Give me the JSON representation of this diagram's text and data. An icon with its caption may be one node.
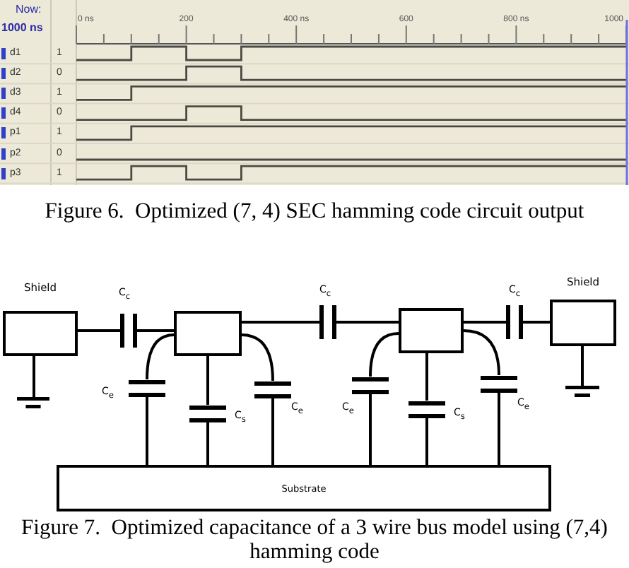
{
  "diagram": {
    "caption": "Figure 7.  Optimized capacitance of a 3 wire bus model using (7,4) hamming code",
    "nodes": [
      {
        "text": [
          "Shield"
        ]
      },
      {
        "text": [],
        "shape": "capacitor",
        "beside": [
          "C$_{c}$"
        ]
      },
      {
        "text": [],
        "shape": "box"
      },
      {
        "text": [],
        "shape": "capacitor",
        "beside": [
          "C$_{c}$"
        ]
      },
      {
        "text": [],
        "shape": "box"
      },
      {
        "text": [],
        "shape": "capacitor",
        "beside": [
          "C$_{c}$"
        ]
      },
      {
        "text": [
          "Shield"
        ]
      },
      {
        "text": [],
        "shape": "ground"
      },
      {
        "text": [],
        "shape": "ground"
      },
      {
        "text": [],
        "shape": "capacitor",
        "beside": [
          "C$_{e}$"
        ]
      },
      {
        "text": [],
        "shape": "capacitor",
        "beside": [
          "C$_{s}$"
        ]
      },
      {
        "text": [],
        "shape": "capacitor",
        "beside": [
          "C$_{e}$"
        ]
      },
      {
        "text": [],
        "shape": "capacitor",
        "beside": [
          "C$_{e}$"
        ]
      },
      {
        "text": [],
        "shape": "capacitor",
        "beside": [
          "C$_{s}$"
        ]
      },
      {
        "text": [],
        "shape": "capacitor",
        "beside": [
          "C$_{e}$"
        ]
      },
      {
        "text": [
          "Substrate"
        ]
      }
    ],
    "edges": [
      {
        "from": 0,
        "to": 1,
        "arrow": "none"
      },
      {
        "from": 1,
        "to": 2,
        "arrow": "none"
      },
      {
        "from": 2,
        "to": 3,
        "arrow": "none"
      },
      {
        "from": 3,
        "to": 4,
        "arrow": "none"
      },
      {
        "from": 4,
        "to": 5,
        "arrow": "none"
      },
      {
        "from": 5,
        "to": 6,
        "arrow": "none"
      },
      {
        "from": 0,
        "to": 7,
        "arrow": "none"
      },
      {
        "from": 6,
        "to": 8,
        "arrow": "none"
      },
      {
        "from": 2,
        "to": 9,
        "arrow": "none"
      },
      {
        "from": 9,
        "to": 15,
        "arrow": "none"
      },
      {
        "from": 2,
        "to": 10,
        "arrow": "none"
      },
      {
        "from": 10,
        "to": 15,
        "arrow": "none"
      },
      {
        "from": 2,
        "to": 11,
        "arrow": "none"
      },
      {
        "from": 11,
        "to": 15,
        "arrow": "none"
      },
      {
        "from": 4,
        "to": 12,
        "arrow": "none"
      },
      {
        "from": 12,
        "to": 15,
        "arrow": "none"
      },
      {
        "from": 4,
        "to": 13,
        "arrow": "none"
      },
      {
        "from": 13,
        "to": 15,
        "arrow": "none"
      },
      {
        "from": 4,
        "to": 14,
        "arrow": "none"
      },
      {
        "from": 14,
        "to": 15,
        "arrow": "none"
      }
    ],
    "labels": [
      "Now:",
      "1000 ns",
      "0 ns",
      "200",
      "400 ns",
      "600",
      "800 ns",
      "1000",
      "d1",
      "1",
      "d2",
      "0",
      "d3",
      "1",
      "d4",
      "0",
      "p1",
      "1",
      "p2",
      "0",
      "p3",
      "1",
      "Figure 6.  Optimized (7, 4) SEC hamming code circuit output"
    ]
  }
}
